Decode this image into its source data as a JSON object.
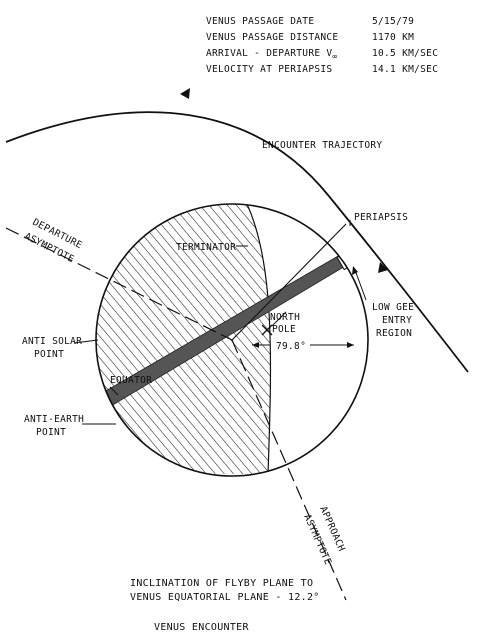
{
  "parameters": [
    {
      "label": "VENUS PASSAGE DATE",
      "value": "5/15/79"
    },
    {
      "label": "VENUS PASSAGE DISTANCE",
      "value": "1170 KM"
    },
    {
      "label": "ARRIVAL - DEPARTURE V",
      "subscript": "∞",
      "value": "10.5 KM/SEC"
    },
    {
      "label": "VELOCITY AT PERIAPSIS",
      "value": "14.1 KM/SEC"
    }
  ],
  "labels": {
    "encounter_trajectory": "ENCOUNTER TRAJECTORY",
    "periapsis": "PERIAPSIS",
    "departure_line1": "DEPARTURE",
    "departure_line2": "ASYMPTOTE",
    "terminator": "TERMINATOR",
    "low_gee_1": "LOW GEE",
    "low_gee_2": "ENTRY",
    "low_gee_3": "REGION",
    "north_pole_1": "NORTH",
    "north_pole_2": "POLE",
    "angle": "79.8°",
    "anti_solar_1": "ANTI SOLAR",
    "anti_solar_2": "POINT",
    "equator": "EQUATOR",
    "anti_earth_1": "ANTI-EARTH",
    "anti_earth_2": "POINT",
    "approach_line1": "APPROACH",
    "approach_line2": "ASYMPTOTE"
  },
  "caption": {
    "line1": "INCLINATION OF FLYBY PLANE TO",
    "line2": "VENUS EQUATORIAL PLANE - 12.2°",
    "title": "VENUS ENCOUNTER"
  }
}
